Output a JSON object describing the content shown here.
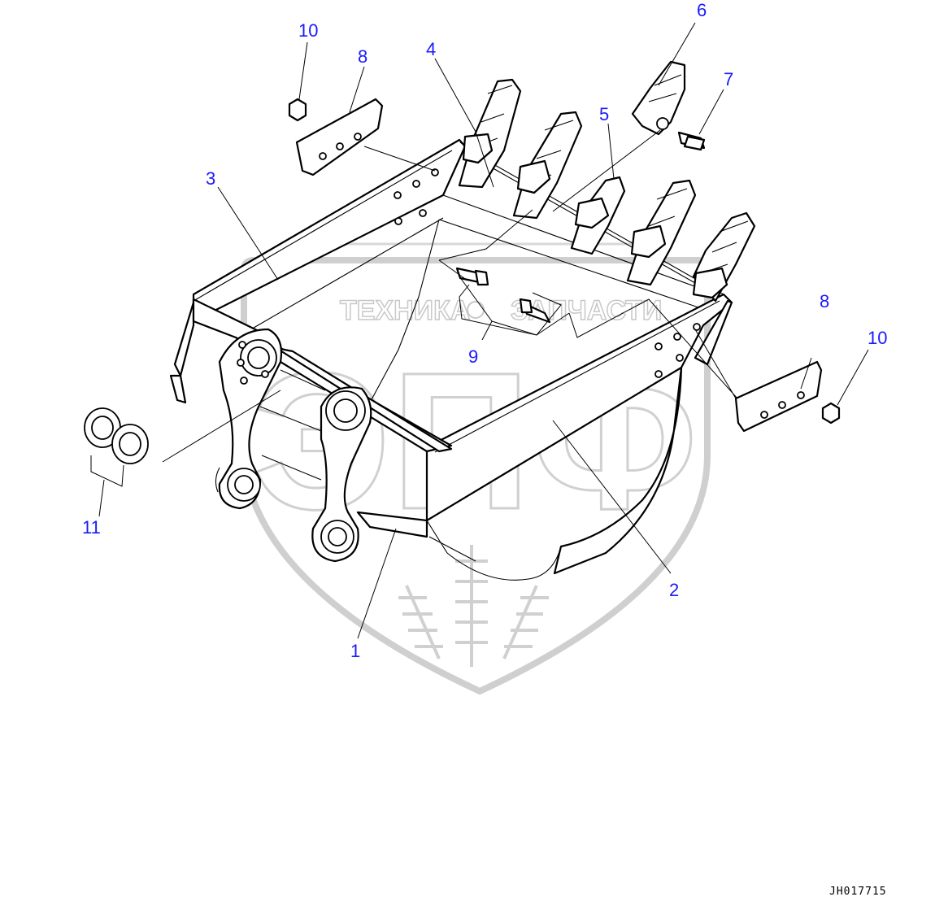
{
  "watermark": {
    "left_text": "ТЕХНИКА",
    "right_text": "ЗАПЧАСТИ",
    "big_text": "ЭПФ"
  },
  "callouts": {
    "c1": "1",
    "c2": "2",
    "c3": "3",
    "c4": "4",
    "c5": "5",
    "c6": "6",
    "c7": "7",
    "c8a": "8",
    "c8b": "8",
    "c9": "9",
    "c10a": "10",
    "c10b": "10",
    "c11": "11"
  },
  "drawing_id": "JH017715",
  "colors": {
    "callout": "#1a1aff",
    "line": "#000000",
    "watermark": "#c8c8c8"
  }
}
